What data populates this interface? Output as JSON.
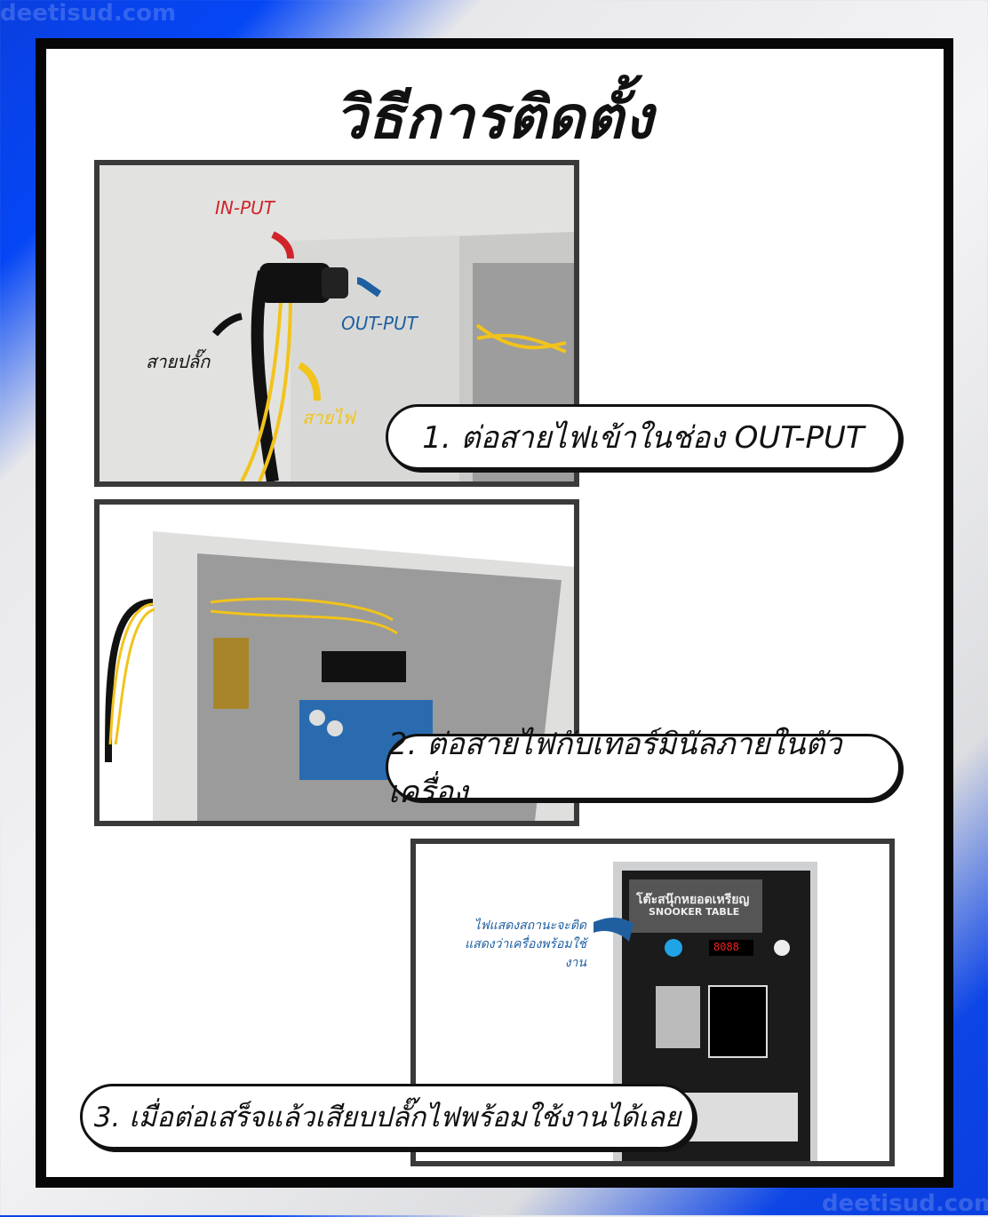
{
  "watermark": "deetisud.com",
  "title": "วิธีการติดตั้ง",
  "step1": {
    "caption": "1. ต่อสายไฟเข้าในช่อง OUT-PUT",
    "labels": {
      "input": "IN-PUT",
      "output": "OUT-PUT",
      "plug_cable": "สายปลั๊ก",
      "wire": "สายไฟ"
    }
  },
  "step2": {
    "caption": "2. ต่อสายไฟกับเทอร์มินัลภายในตัวเครื่อง"
  },
  "step3": {
    "caption": "3. เมื่อต่อเสร็จแล้วเสียบปลั๊กไฟพร้อมใช้งานได้เลย",
    "note_line1": "ไฟแสดงสถานะจะติด",
    "note_line2": "แสดงว่าเครื่องพร้อมใช้งาน",
    "device_title_th": "โต๊ะสนุ๊กหยอดเหรียญ",
    "device_title_en": "SNOOKER TABLE",
    "display": "8088"
  },
  "colors": {
    "input": "#d0242b",
    "output": "#1f5fa0",
    "wire": "#f2c31b",
    "frame": "#060606",
    "brand_blue": "#0546f5"
  }
}
